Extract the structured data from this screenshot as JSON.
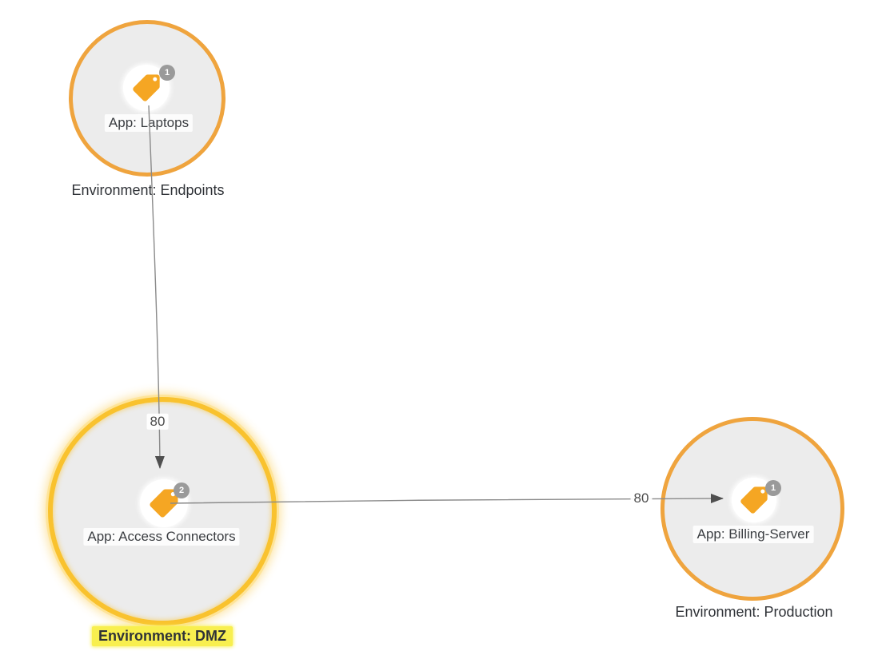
{
  "diagram": {
    "type": "application-dependency-map",
    "background_color": "#ffffff",
    "nodes": [
      {
        "app_label": "App: Laptops",
        "env_label": "Environment: Endpoints",
        "badge_count": "1",
        "icon": "tag-icon",
        "selected": false,
        "env_highlighted": false
      },
      {
        "app_label": "App: Access Connectors",
        "env_label": "Environment: DMZ",
        "badge_count": "2",
        "icon": "tag-icon",
        "selected": true,
        "env_highlighted": true
      },
      {
        "app_label": "App: Billing-Server",
        "env_label": "Environment: Production",
        "badge_count": "1",
        "icon": "tag-icon",
        "selected": false,
        "env_highlighted": false
      }
    ],
    "edges": [
      {
        "from": "App: Laptops",
        "to": "App: Access Connectors",
        "port_label": "80",
        "direction": "down"
      },
      {
        "from": "App: Access Connectors",
        "to": "App: Billing-Server",
        "port_label": "80",
        "direction": "right"
      }
    ],
    "colors": {
      "node_fill": "#ececec",
      "node_border": "#efa43e",
      "selected_border": "#f9c22e",
      "tag_icon": "#f5a623",
      "badge_bg": "#9a9a9a",
      "edge_line": "#8a8a8a",
      "arrowhead": "#4f4f4f",
      "label_text": "#3a3d41",
      "env_highlight_bg": "#f8ef4f"
    }
  }
}
